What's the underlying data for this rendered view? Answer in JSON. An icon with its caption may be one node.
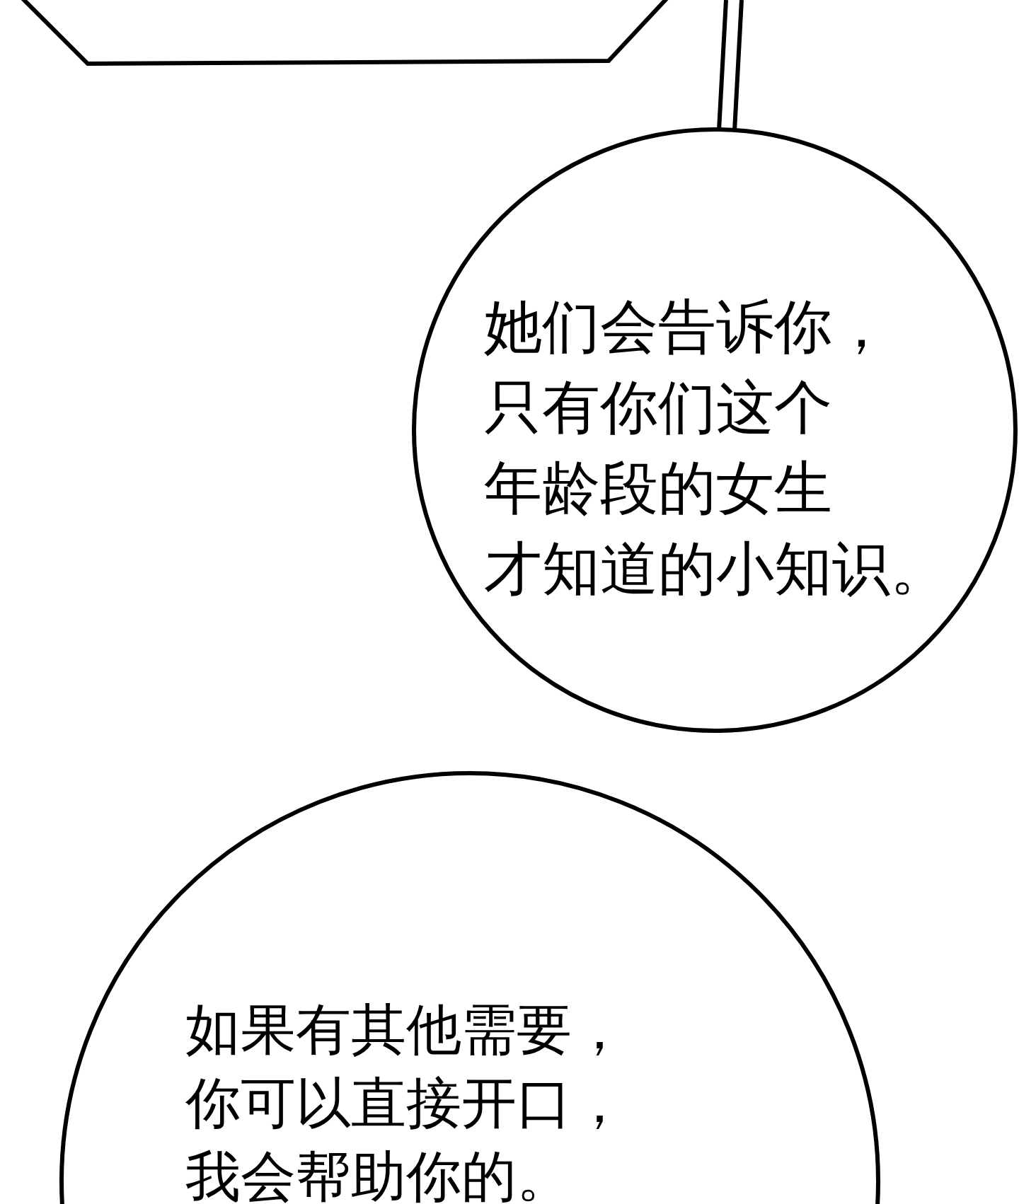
{
  "diagram": {
    "nodes": [
      {
        "text": [],
        "shape": "box"
      },
      {
        "text": [
          "她们会告诉你，只有你们这个年龄段的女生才知道的小知识。"
        ]
      },
      {
        "text": [
          "如果有其他需要，你可以直接开口，我会帮助你的。"
        ]
      }
    ],
    "edges": [
      {
        "from": null,
        "to": 1,
        "arrow": "none"
      }
    ]
  }
}
